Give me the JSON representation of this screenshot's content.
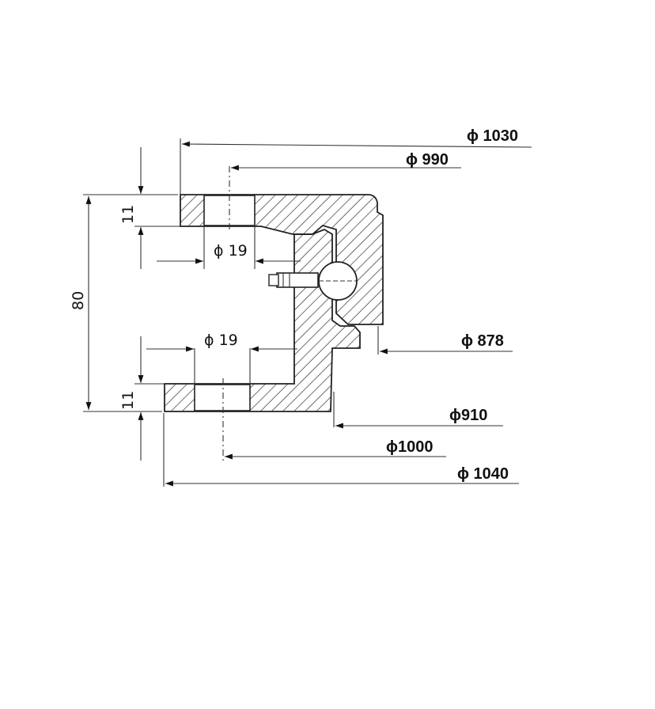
{
  "figure": {
    "dimensions": {
      "d1030": "ϕ 1030",
      "d990": "ϕ 990",
      "d878": "ϕ 878",
      "d910": "ϕ910",
      "d1000": "ϕ1000",
      "d1040": "ϕ 1040",
      "hole_top": "ϕ 19",
      "hole_bottom": "ϕ 19",
      "height_total": "80",
      "flange_top": "11",
      "flange_bottom": "11"
    }
  }
}
